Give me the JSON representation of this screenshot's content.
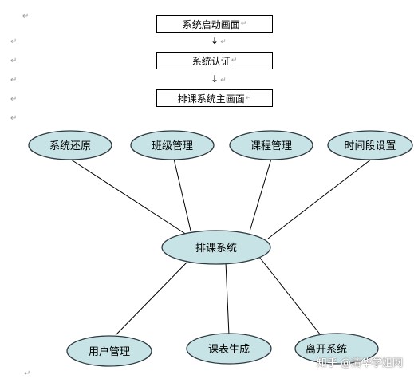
{
  "flow": {
    "boxes": [
      {
        "label": "系统启动画面"
      },
      {
        "label": "系统认证"
      },
      {
        "label": "排课系统主画面"
      }
    ],
    "arrow_glyph": "↓",
    "paragraph_mark": "↵"
  },
  "diagram": {
    "center": {
      "label": "排课系统"
    },
    "nodes": [
      {
        "label": "系统还原"
      },
      {
        "label": "班级管理"
      },
      {
        "label": "课程管理"
      },
      {
        "label": "时间段设置"
      },
      {
        "label": "用户管理"
      },
      {
        "label": "课表生成"
      },
      {
        "label": "离开系统"
      }
    ]
  },
  "colors": {
    "ellipse_fill": "#c8e3e6",
    "ellipse_stroke": "#2d3a40",
    "line": "#000000"
  },
  "watermark": "知乎 @清华学姐网"
}
